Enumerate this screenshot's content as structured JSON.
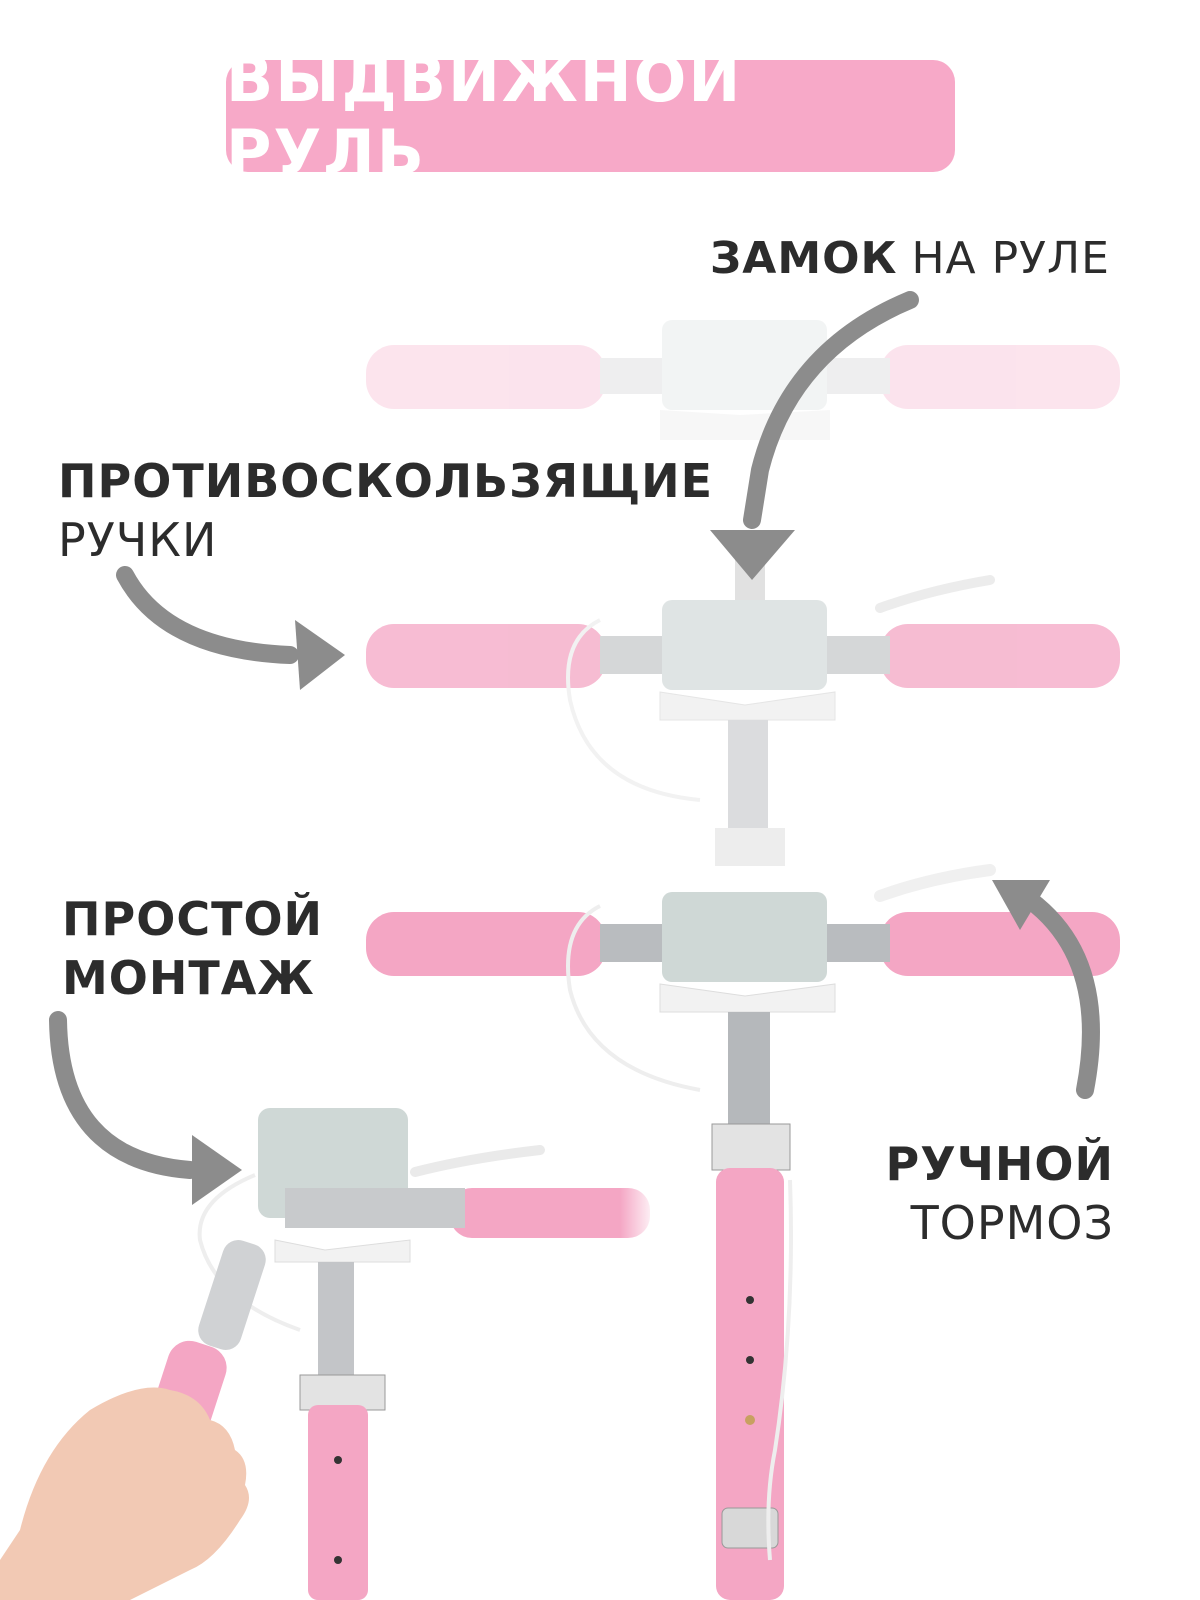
{
  "title": "ВЫДВИЖНОЙ РУЛЬ",
  "labels": {
    "lock": {
      "bold": "ЗАМОК",
      "light": "НА РУЛЕ"
    },
    "grips": {
      "bold": "ПРОТИВОСКОЛЬЗЯЩИЕ",
      "light": "РУЧКИ"
    },
    "mount": {
      "bold_line1": "ПРОСТОЙ",
      "bold_line2": "МОНТАЖ"
    },
    "brake": {
      "bold": "РУЧНОЙ",
      "light": "ТОРМОЗ"
    }
  },
  "colors": {
    "accent_pink": "#f7a9c8",
    "grip_pink": "#f4a6c4",
    "arrow_grey": "#8c8c8c",
    "text_dark": "#2c2c2c"
  }
}
